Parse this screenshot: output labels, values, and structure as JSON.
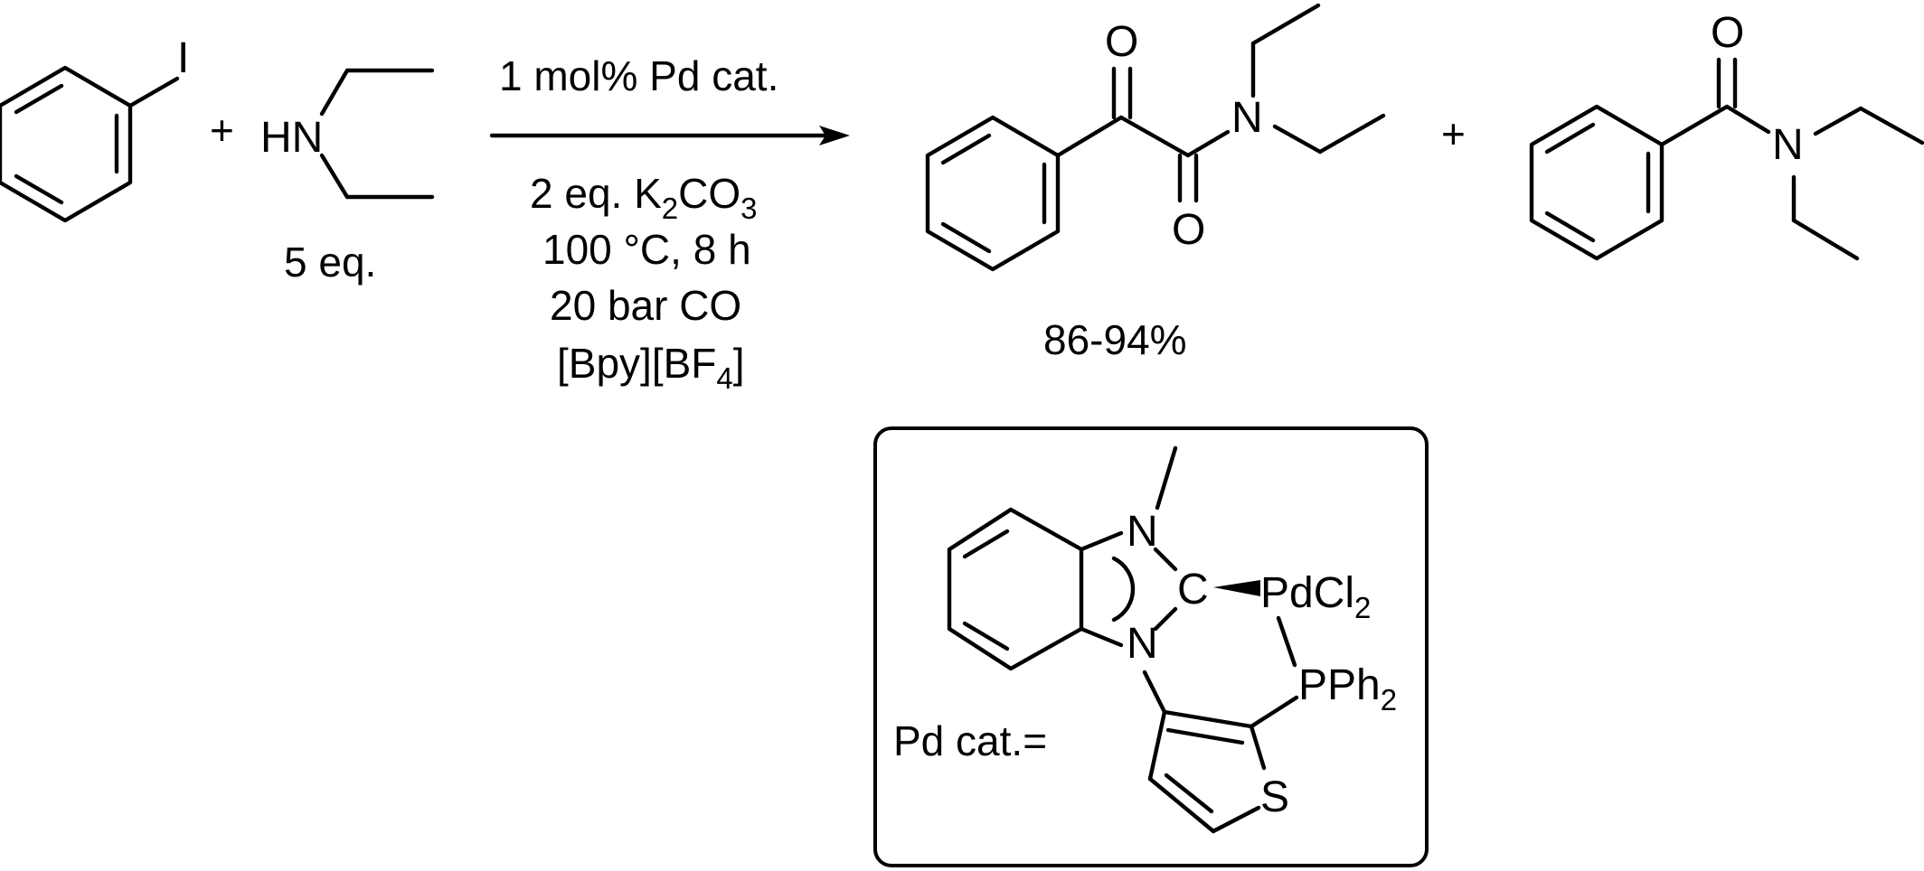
{
  "reagents": {
    "amine_equiv": "5 eq.",
    "plus": "+",
    "catalyst_loading": "1 mol% Pd cat.",
    "base_prefix": "2 eq. K",
    "base_sub1": "2",
    "base_mid": "CO",
    "base_sub2": "3",
    "temp_time": "100 °C, 8 h",
    "pressure": "20 bar CO",
    "solvent_prefix": "[Bpy][BF",
    "solvent_sub": "4",
    "solvent_suffix": "]"
  },
  "atoms": {
    "iodine": "I",
    "hn": "HN",
    "n": "N",
    "o": "O",
    "c": "C",
    "p_prefix": "PPh",
    "p_sub": "2",
    "pd_prefix": "PdCl",
    "pd_sub": "2",
    "s": "S"
  },
  "products": {
    "yield": "86-94%"
  },
  "catalyst_box": {
    "label": "Pd cat.="
  },
  "colors": {
    "ink": "#000000",
    "background": "#ffffff"
  }
}
